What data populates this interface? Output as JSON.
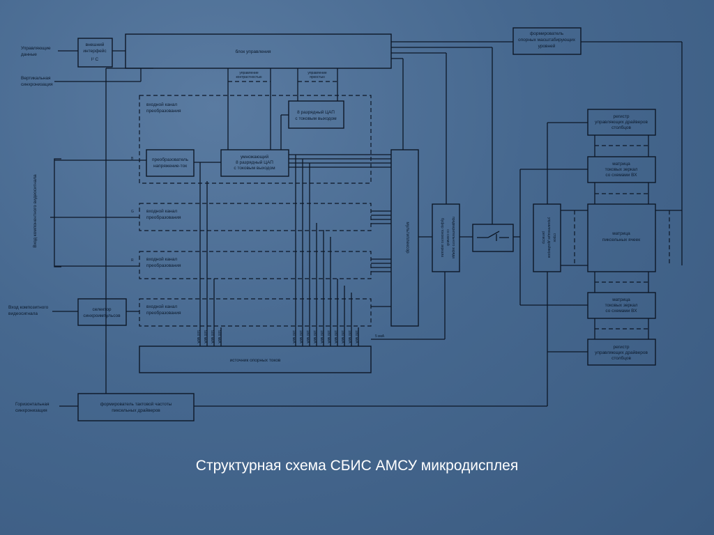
{
  "title": "Структурная схема СБИС АМСУ микродисплея",
  "diagram": {
    "inputs": {
      "control_data": [
        "Управляющие",
        "данные"
      ],
      "vert_sync": [
        "Вертикальная",
        "синхронизация"
      ],
      "component_video": "Вход компонентного видеосигнала",
      "composite_video": [
        "Вход композитного",
        "видеосигнала"
      ],
      "horiz_sync": [
        "Горизонтальная",
        "синхронизация"
      ]
    },
    "blocks": {
      "ext_interface": [
        "внешний",
        "интерфейс",
        "I² C"
      ],
      "control_unit": "блок управления",
      "contrast_control": [
        "управление",
        "контрастностью"
      ],
      "brightness_control": [
        "управление",
        "яркостью"
      ],
      "input_channel_b": [
        "входной канал",
        "преобразования"
      ],
      "dac_8bit": [
        "8 разрядный ЦАП",
        "с токовым выходом"
      ],
      "voltage_current_converter": [
        "преобразователь",
        "напряжение-ток"
      ],
      "multiplying_dac": [
        "умножающий",
        "8 разрядный ЦАП",
        "с токовым выходом"
      ],
      "input_channel_g": [
        "входной канал",
        "преобразования"
      ],
      "input_channel_r": [
        "входной канал",
        "преобразования"
      ],
      "input_channel_comp": [
        "входной канал",
        "преобразования"
      ],
      "sync_selector": [
        "селектор",
        "синхроимпульсов"
      ],
      "multiplexer": "мультиплексор",
      "current_mirror_buffer": [
        "буфер токового зеркала",
        "со схемой",
        "предварительного заряда"
      ],
      "ref_current_source": "источник опорных токов",
      "clock_generator": [
        "формирователь тактовой частоты",
        "пиксельных драйверов"
      ],
      "scaling_levels_former": [
        "формирователь",
        "опорных масштабирующих",
        "уровней"
      ],
      "column_register_top": [
        "регистр",
        "управляющих драйверов",
        "столбцов"
      ],
      "current_mirror_matrix_top": [
        "матрица",
        "токовых зеркал",
        "со схемами ВХ"
      ],
      "row_driver_register": [
        "регистр",
        "управляющих драйверов",
        "строк"
      ],
      "pixel_matrix": [
        "матрица",
        "пиксельных ячеек"
      ],
      "current_mirror_matrix_bottom": [
        "матрица",
        "токовых зеркал",
        "со схемами ВХ"
      ],
      "column_register_bottom": [
        "регистр",
        "управляющих драйверов",
        "столбцов"
      ]
    },
    "channel_labels": [
      "B",
      "G",
      "R"
    ],
    "currents_left": [
      "500 мкА",
      "500 мкА",
      "500 мкА",
      "500 мкА"
    ],
    "currents_right": [
      "180 мкА",
      "180 мкА",
      "180 мкА",
      "180 мкА",
      "180 мкА",
      "180 мкА",
      "180 мкА",
      "180 мкА",
      "180 мкА",
      "180 мкА"
    ],
    "current_5ua": "5 мкА"
  },
  "colors": {
    "background": "#46688f",
    "lines": "#0d1726",
    "title": "#ffffff"
  }
}
